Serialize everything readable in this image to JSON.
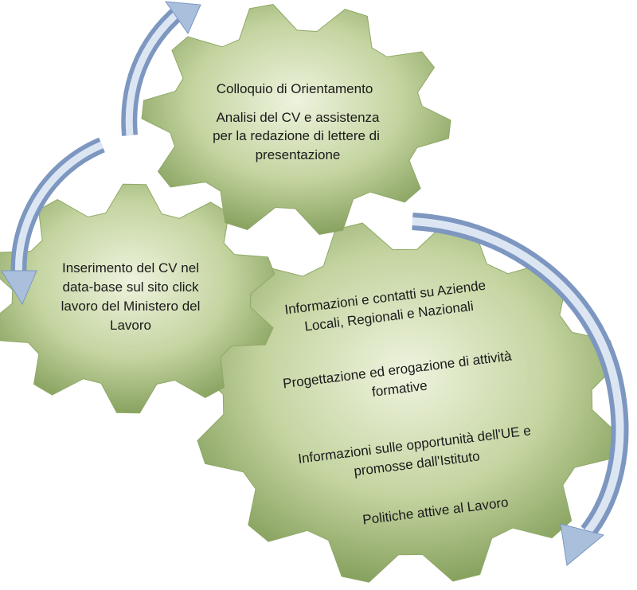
{
  "colors": {
    "gear_light": "#eef3de",
    "gear_mid": "#a8be7c",
    "gear_dark": "#7e9a55",
    "gear_edge": "#8fa866",
    "arrow_light": "#e8eef7",
    "arrow_mid": "#a9bfdc",
    "arrow_dark": "#7d97c0"
  },
  "gears": {
    "top": {
      "lines": [
        "Colloquio  di Orientamento",
        "Analisi del CV e assistenza",
        "per la redazione di lettere di",
        "presentazione"
      ]
    },
    "left": {
      "lines": [
        "Inserimento del CV nel",
        "data-base sul sito click",
        "lavoro del Ministero del",
        "Lavoro"
      ]
    },
    "right": {
      "items": [
        {
          "lines": [
            "Informazioni e contatti su Aziende",
            "Locali, Regionali e Nazionali"
          ]
        },
        {
          "lines": [
            "Progettazione ed erogazione di attività",
            "formative"
          ]
        },
        {
          "lines": [
            "Informazioni sulle opportunità dell'UE e",
            "promosse dall'Istituto"
          ]
        },
        {
          "lines": [
            "Politiche attive al Lavoro"
          ]
        }
      ]
    }
  },
  "arrows": [
    {
      "name": "arrow-top-left",
      "direction": "up"
    },
    {
      "name": "arrow-left",
      "direction": "down"
    },
    {
      "name": "arrow-right",
      "direction": "down"
    }
  ]
}
